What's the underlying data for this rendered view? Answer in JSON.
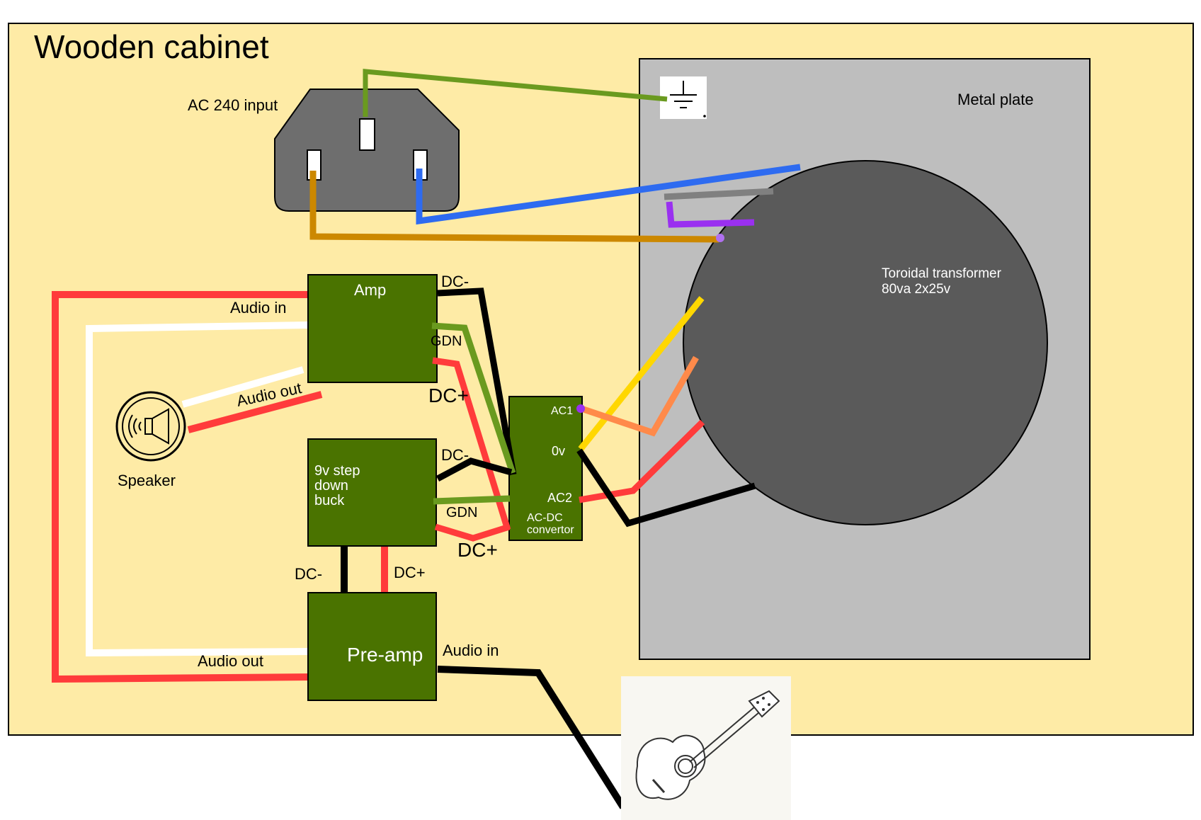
{
  "colors": {
    "cabinet": "#FEEBA6",
    "plate": "#BEBEBE",
    "transformer": "#5A5A5A",
    "board": "#4A7300",
    "socket": "#6E6E6E",
    "red": "#FF3B3B",
    "black": "#000000",
    "white": "#FFFFFF",
    "green": "#6A9A1F",
    "blue": "#2E6BF0",
    "brown": "#CC8800",
    "purple": "#9A30F0",
    "yellow": "#FFD700",
    "orange": "#FF8A4A",
    "grey_wire": "#808080"
  },
  "cabinet": {
    "title": "Wooden cabinet"
  },
  "ac_input": {
    "label": "AC 240 input",
    "icon": "iec-power-socket-icon"
  },
  "metal_plate": {
    "label": "Metal plate",
    "ground_icon": "ground-symbol-icon"
  },
  "transformer": {
    "line1": "Toroidal transformer",
    "line2": "80va  2x25v"
  },
  "amp": {
    "title": "Amp",
    "audio_in": "Audio in",
    "audio_out": "Audio out",
    "dc_minus": "DC-",
    "gnd": "GDN",
    "dc_plus": "DC+"
  },
  "speaker": {
    "label": "Speaker",
    "icon": "speaker-icon"
  },
  "buck": {
    "line1": "9v step",
    "line2": "down",
    "line3": "buck",
    "dc_minus": "DC-",
    "gnd": "GDN",
    "dc_plus": "DC+",
    "out_minus": "DC-",
    "out_plus": "DC+"
  },
  "acdc": {
    "ac1": "AC1",
    "zero_v": "0v",
    "ac2": "AC2",
    "line1": "AC-DC",
    "line2": "convertor"
  },
  "preamp": {
    "title": "Pre-amp",
    "audio_out": "Audio out",
    "audio_in": "Audio in"
  },
  "guitar": {
    "icon": "acoustic-guitar-icon"
  }
}
